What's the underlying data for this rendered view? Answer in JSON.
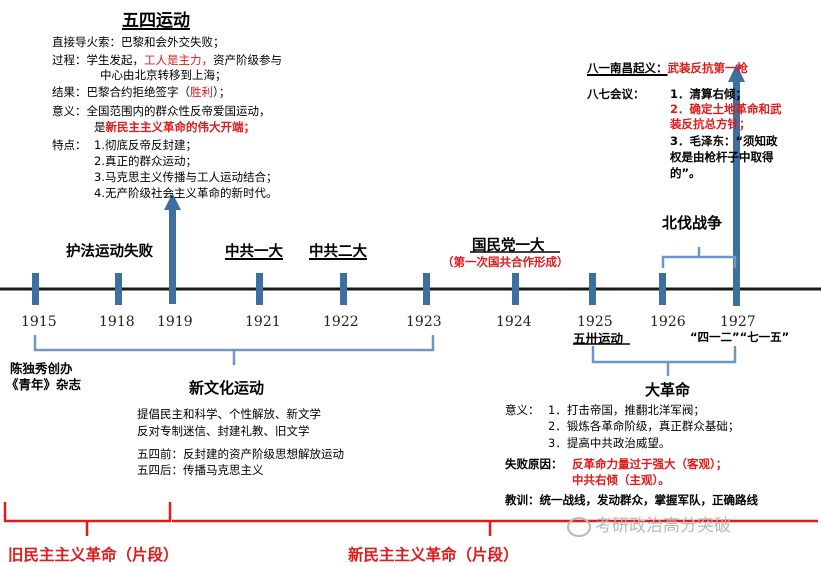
{
  "colors": {
    "axis": "#1a1a1a",
    "tick": "#3d6fa0",
    "accent_red": "#e01b1b",
    "bracket": "#6e97c6"
  },
  "years": [
    "1915",
    "1918",
    "1919",
    "1921",
    "1922",
    "1923",
    "1924",
    "1925",
    "1926",
    "1927"
  ],
  "may_fourth": {
    "title": "五四运动",
    "trigger_label": "直接导火索：",
    "trigger_text": "巴黎和会外交失败；",
    "process_label": "过程：",
    "process_text1": "学生发起，",
    "process_red": "工人是主力，",
    "process_text2": "资产阶级参与",
    "process_line2": "中心由北京转移到上海；",
    "result_label": "结果：",
    "result_text": "巴黎合约拒绝签字（",
    "result_red": "胜利",
    "result_end": "）；",
    "meaning_label": "意义：",
    "meaning_text": "全国范围内的群众性反帝爱国运动，",
    "meaning_line2_a": "是",
    "meaning_line2_red": "新民主主义革命的伟大开端；",
    "features_label": "特点：",
    "features": [
      "1.彻底反帝反封建；",
      "2.真正的群众运动；",
      "3.马克思主义传播与工人运动结合；",
      "4.无产阶级社会主义革命的新时代。"
    ]
  },
  "events": {
    "hufa": "护法运动失败",
    "first_congress": "中共一大",
    "second_congress": "中共二大",
    "kmt_first": "国民党一大",
    "kmt_first_sub": "（第一次国共合作形成）",
    "northern_expedition": "北伐战争",
    "may30": "五卅运动",
    "april12": "“四一二”",
    "july15": "“七一五”"
  },
  "nanchang": {
    "label": "八一南昌起义：",
    "red": "武装反抗第一枪"
  },
  "august7": {
    "label": "八七会议：",
    "item1": "1．清算右倾；",
    "item2a": "2．确定土地革命和武",
    "item2b": "装反抗总方针；",
    "item3a": "3．毛泽东：“须知政",
    "item3b": "权是由枪杆子中取得",
    "item3c": "的”。"
  },
  "chen_duxiu": {
    "line1": "陈独秀创办",
    "line2": "《青年》杂志"
  },
  "new_culture": {
    "title": "新文化运动",
    "line1": "提倡民主和科学、个性解放、新文学",
    "line2": "反对专制迷信、封建礼教、旧文学",
    "line3": "五四前：反封建的资产阶级思想解放运动",
    "line4": "五四后：传播马克思主义"
  },
  "great_revolution": {
    "title": "大革命",
    "meaning_label": "意义：",
    "m1": "1．打击帝国，推翻北洋军阀；",
    "m2": "2．锻炼各革命阶级，真正群众基础；",
    "m3": "3．提高中共政治威望。",
    "failure_label": "失败原因：",
    "failure1": "反革命力量过于强大（客观）；",
    "failure2": "中共右倾（主观）。",
    "lesson_label": "教训：",
    "lesson_text": "统一战线，发动群众，掌握军队，正确路线"
  },
  "sections": {
    "old": "旧民主主义革命（片段）",
    "new": "新民主主义革命（片段）"
  },
  "watermark": "考研政治高分突破"
}
